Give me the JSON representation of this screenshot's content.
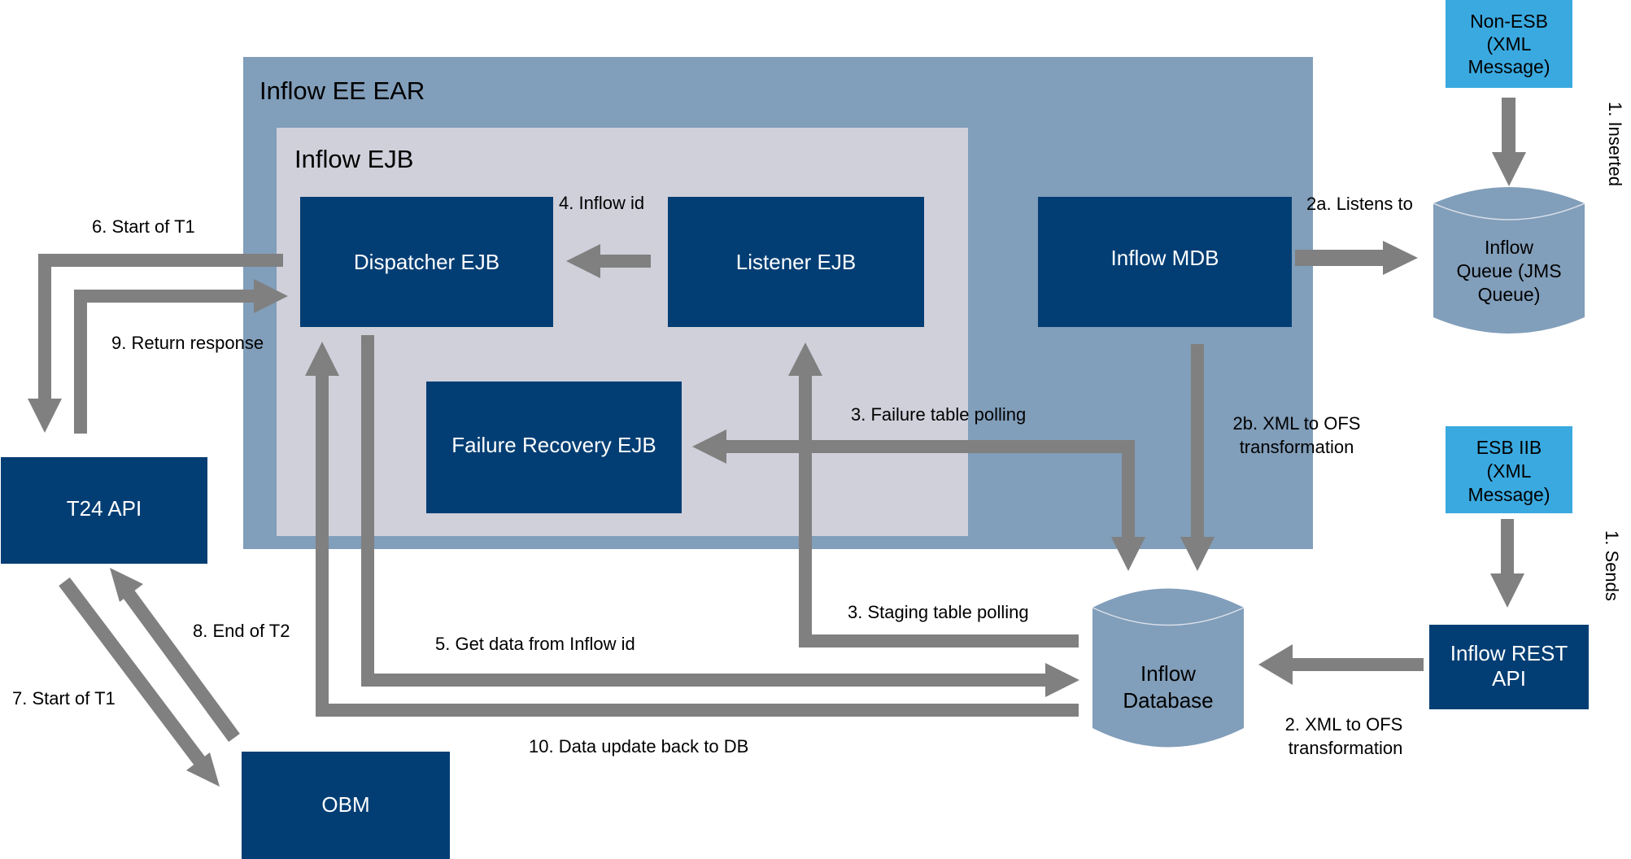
{
  "title": "Inflow architecture diagram",
  "colors": {
    "ear_container": "#819eba",
    "ejb_container": "#cfd0da",
    "component_box": "#023e74",
    "external_source": "#3aa9e0",
    "datastore": "#819eba",
    "arrow": "#808080",
    "text_dark": "#000000",
    "text_light": "#ffffff"
  },
  "containers": {
    "ear": {
      "label": "Inflow EE EAR"
    },
    "ejb": {
      "label": "Inflow EJB"
    }
  },
  "components": {
    "dispatcher": {
      "label": "Dispatcher EJB"
    },
    "listener": {
      "label": "Listener EJB"
    },
    "failure_recovery": {
      "label": "Failure Recovery EJB"
    },
    "mdb": {
      "label": "Inflow MDB"
    },
    "t24_api": {
      "label": "T24 API"
    },
    "obm": {
      "label": "OBM"
    },
    "rest_api": {
      "lines": [
        "Inflow REST",
        "API"
      ]
    }
  },
  "sources": {
    "non_esb": {
      "lines": [
        "Non-ESB",
        "(XML",
        "Message)"
      ]
    },
    "esb_iib": {
      "lines": [
        "ESB IIB",
        "(XML",
        "Message)"
      ]
    }
  },
  "datastores": {
    "queue": {
      "lines": [
        "Inflow",
        "Queue (JMS",
        "Queue)"
      ]
    },
    "database": {
      "lines": [
        "Inflow",
        "Database"
      ]
    }
  },
  "edges": {
    "inserted": "1. Inserted",
    "sends": "1. Sends",
    "listens_to": "2a. Listens to",
    "xml_to_ofs_2b": [
      "2b. XML to OFS",
      "transformation"
    ],
    "xml_to_ofs_2": [
      "2. XML to OFS",
      "transformation"
    ],
    "failure_polling": "3. Failure table polling",
    "staging_polling": "3. Staging table polling",
    "inflow_id": "4. Inflow id",
    "get_data": "5. Get data from Inflow id",
    "start_t1_6": "6. Start of T1",
    "start_t1_7": "7. Start of T1",
    "end_t2": "8. End of T2",
    "return_response": "9. Return response",
    "data_update": "10. Data update back to DB"
  }
}
